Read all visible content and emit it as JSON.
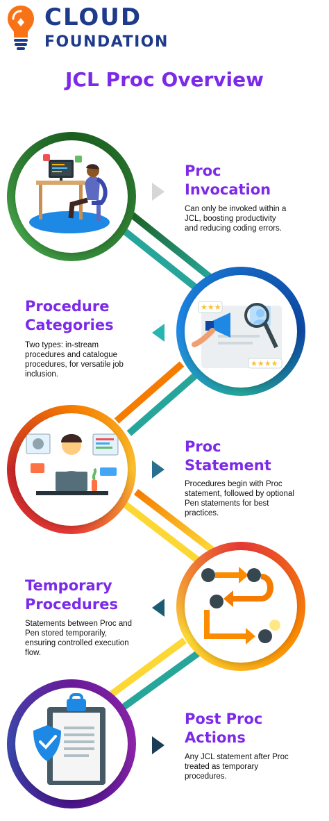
{
  "brand": {
    "line1": "CLOUD",
    "line2": "FOUNDATION",
    "icon": "lightbulb-icon"
  },
  "title": "JCL Proc Overview",
  "colors": {
    "title": "#7c2ae8",
    "brand": "#1e3a8a",
    "bulb": "#f97316"
  },
  "steps": [
    {
      "title_line1": "Proc",
      "title_line2": "Invocation",
      "description": "Can only be invoked within a JCL, boosting productivity and reducing coding errors.",
      "illustration": "developer-at-desk-illustration",
      "arrow": "right",
      "ring_colors": [
        "#1b5e20",
        "#43a047"
      ]
    },
    {
      "title_line1": "Procedure",
      "title_line2": "Categories",
      "description": "Two types: in-stream procedures and catalogue procedures, for versatile job inclusion.",
      "illustration": "megaphone-review-illustration",
      "arrow": "left",
      "ring_colors": [
        "#0d47a1",
        "#1e88e5"
      ]
    },
    {
      "title_line1": "Proc",
      "title_line2": "Statement",
      "description": "Procedures begin with Proc statement, followed by optional Pen statements for best practices.",
      "illustration": "programmer-laptop-illustration",
      "arrow": "right",
      "ring_colors": [
        "#c62828",
        "#f57c00"
      ]
    },
    {
      "title_line1": "Temporary",
      "title_line2": "Procedures",
      "description": "Statements between Proc and Pen stored temporarily, ensuring controlled execution flow.",
      "illustration": "flow-arrows-illustration",
      "arrow": "left",
      "ring_colors": [
        "#e53935",
        "#fdd835"
      ]
    },
    {
      "title_line1": "Post Proc",
      "title_line2": "Actions",
      "description": "Any JCL statement after Proc treated as temporary procedures.",
      "illustration": "shield-clipboard-illustration",
      "arrow": "right",
      "ring_colors": [
        "#4a148c",
        "#8e24aa"
      ]
    }
  ]
}
